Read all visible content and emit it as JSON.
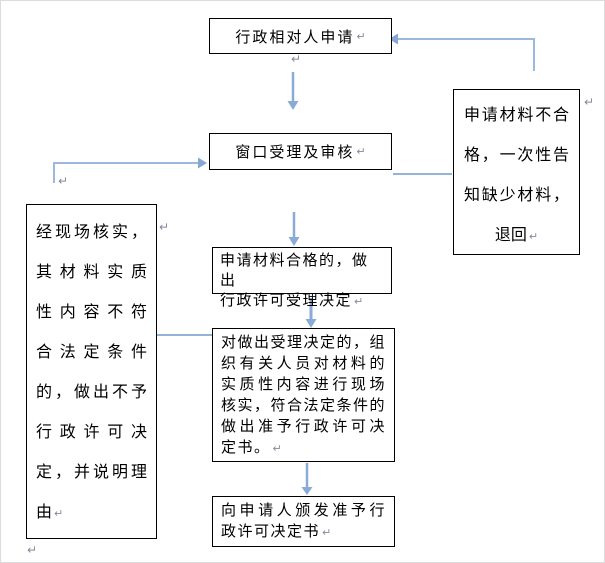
{
  "diagram": {
    "type": "flowchart",
    "accent_color": "#95b3d7",
    "box_border_color": "#000000",
    "marks": {
      "line_break": "↵"
    },
    "nodes": {
      "applicant": {
        "text": "行政相对人申请",
        "lines": [
          "行政相对人申请"
        ]
      },
      "window": {
        "text": "窗口受理及审核",
        "lines": [
          "窗口受理及审核"
        ]
      },
      "reject": {
        "text": "申请材料不合格，一次性告知缺少材料，退回",
        "lines": [
          "申请材料不合",
          "格，一次性告",
          "知缺少材料，",
          "退回"
        ]
      },
      "deny": {
        "text": "经现场核实，其材料实质性内容不符合法定条件的，做出不予行政许可决定，并说明理由",
        "lines": [
          "经现场核实，",
          "其材料实质",
          "性内容不符",
          "合法定条件",
          "的，做出不予",
          "行政许可决",
          "定，并说明理",
          "由"
        ]
      },
      "accept": {
        "text": "申请材料合格的，做出行政许可受理决定",
        "lines": [
          "申请材料合格的，做出",
          "行政许可受理决定"
        ]
      },
      "verify": {
        "text": "对做出受理决定的，组织有关人员对材料的实质性内容进行现场核实，符合法定条件的做出准予行政许可决定书。",
        "lines": [
          "对做出受理决定的，组",
          "织有关人员对材料的",
          "实质性内容进行现场",
          "核实，符合法定条件的",
          "做出准予行政许可决",
          "定书。"
        ]
      },
      "issue": {
        "text": "向申请人颁发准予行政许可决定书",
        "lines": [
          "向申请人颁发准予行",
          "政许可决定书"
        ]
      }
    },
    "edges": [
      {
        "from": "applicant",
        "to": "window",
        "arrow": true
      },
      {
        "from": "window",
        "to": "reject",
        "arrow": false
      },
      {
        "from": "reject",
        "to": "applicant",
        "arrow": true
      },
      {
        "from": "deny",
        "to": "window",
        "arrow": true
      },
      {
        "from": "window",
        "to": "accept",
        "arrow": true
      },
      {
        "from": "accept",
        "to": "verify",
        "arrow": true
      },
      {
        "from": "deny",
        "to": "verify",
        "arrow": false
      },
      {
        "from": "verify",
        "to": "issue",
        "arrow": true
      }
    ]
  }
}
